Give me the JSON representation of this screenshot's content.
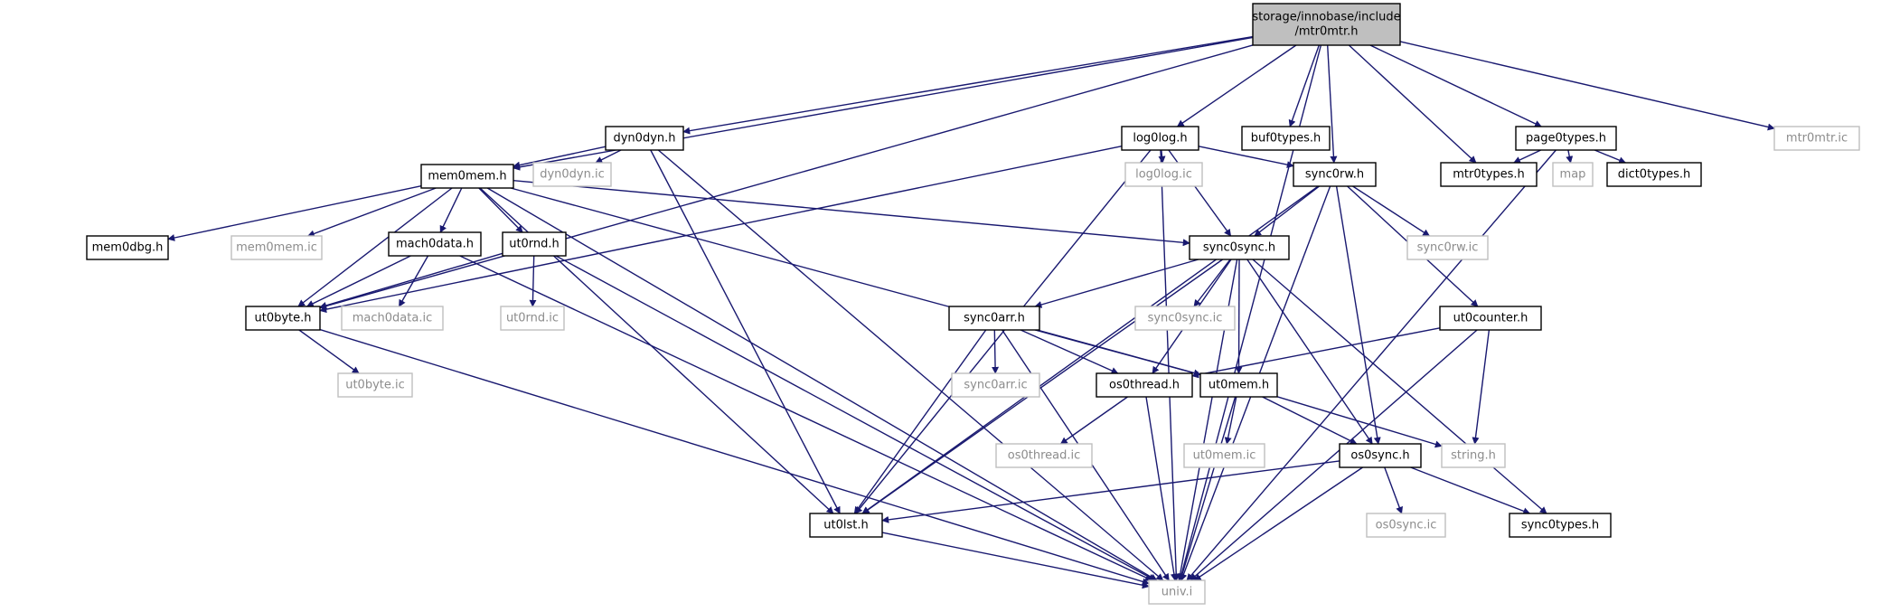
{
  "graph": {
    "edge_color": "#191970",
    "root_fill": "#bfbfbf",
    "nodes": [
      {
        "id": "mtr0mtr_h",
        "lines": [
          "storage/innobase/include",
          "/mtr0mtr.h"
        ],
        "style": "root"
      },
      {
        "id": "dyn0dyn_h",
        "lines": [
          "dyn0dyn.h"
        ],
        "style": "solid"
      },
      {
        "id": "log0log_h",
        "lines": [
          "log0log.h"
        ],
        "style": "solid"
      },
      {
        "id": "buf0types_h",
        "lines": [
          "buf0types.h"
        ],
        "style": "solid"
      },
      {
        "id": "page0types_h",
        "lines": [
          "page0types.h"
        ],
        "style": "solid"
      },
      {
        "id": "mtr0mtr_ic",
        "lines": [
          "mtr0mtr.ic"
        ],
        "style": "faint"
      },
      {
        "id": "mem0mem_h",
        "lines": [
          "mem0mem.h"
        ],
        "style": "solid"
      },
      {
        "id": "dyn0dyn_ic",
        "lines": [
          "dyn0dyn.ic"
        ],
        "style": "faint"
      },
      {
        "id": "log0log_ic",
        "lines": [
          "log0log.ic"
        ],
        "style": "faint"
      },
      {
        "id": "sync0rw_h",
        "lines": [
          "sync0rw.h"
        ],
        "style": "solid"
      },
      {
        "id": "mtr0types_h",
        "lines": [
          "mtr0types.h"
        ],
        "style": "solid"
      },
      {
        "id": "map",
        "lines": [
          "map"
        ],
        "style": "faint"
      },
      {
        "id": "dict0types_h",
        "lines": [
          "dict0types.h"
        ],
        "style": "solid"
      },
      {
        "id": "mem0dbg_h",
        "lines": [
          "mem0dbg.h"
        ],
        "style": "solid"
      },
      {
        "id": "mem0mem_ic",
        "lines": [
          "mem0mem.ic"
        ],
        "style": "faint"
      },
      {
        "id": "mach0data_h",
        "lines": [
          "mach0data.h"
        ],
        "style": "solid"
      },
      {
        "id": "ut0rnd_h",
        "lines": [
          "ut0rnd.h"
        ],
        "style": "solid"
      },
      {
        "id": "sync0sync_h",
        "lines": [
          "sync0sync.h"
        ],
        "style": "solid"
      },
      {
        "id": "sync0rw_ic",
        "lines": [
          "sync0rw.ic"
        ],
        "style": "faint"
      },
      {
        "id": "ut0byte_h",
        "lines": [
          "ut0byte.h"
        ],
        "style": "solid"
      },
      {
        "id": "mach0data_ic",
        "lines": [
          "mach0data.ic"
        ],
        "style": "faint"
      },
      {
        "id": "ut0rnd_ic",
        "lines": [
          "ut0rnd.ic"
        ],
        "style": "faint"
      },
      {
        "id": "sync0arr_h",
        "lines": [
          "sync0arr.h"
        ],
        "style": "solid"
      },
      {
        "id": "sync0sync_ic",
        "lines": [
          "sync0sync.ic"
        ],
        "style": "faint"
      },
      {
        "id": "ut0counter_h",
        "lines": [
          "ut0counter.h"
        ],
        "style": "solid"
      },
      {
        "id": "ut0byte_ic",
        "lines": [
          "ut0byte.ic"
        ],
        "style": "faint"
      },
      {
        "id": "sync0arr_ic",
        "lines": [
          "sync0arr.ic"
        ],
        "style": "faint"
      },
      {
        "id": "os0thread_h",
        "lines": [
          "os0thread.h"
        ],
        "style": "solid"
      },
      {
        "id": "ut0mem_h",
        "lines": [
          "ut0mem.h"
        ],
        "style": "solid"
      },
      {
        "id": "os0thread_ic",
        "lines": [
          "os0thread.ic"
        ],
        "style": "faint"
      },
      {
        "id": "ut0mem_ic",
        "lines": [
          "ut0mem.ic"
        ],
        "style": "faint"
      },
      {
        "id": "os0sync_h",
        "lines": [
          "os0sync.h"
        ],
        "style": "solid"
      },
      {
        "id": "string_h",
        "lines": [
          "string.h"
        ],
        "style": "faint"
      },
      {
        "id": "ut0lst_h",
        "lines": [
          "ut0lst.h"
        ],
        "style": "solid"
      },
      {
        "id": "os0sync_ic",
        "lines": [
          "os0sync.ic"
        ],
        "style": "faint"
      },
      {
        "id": "sync0types_h",
        "lines": [
          "sync0types.h"
        ],
        "style": "solid"
      },
      {
        "id": "univ_i",
        "lines": [
          "univ.i"
        ],
        "style": "faint"
      }
    ],
    "edges": [
      {
        "from": "mtr0mtr_h",
        "to": "dyn0dyn_h"
      },
      {
        "from": "mtr0mtr_h",
        "to": "log0log_h"
      },
      {
        "from": "mtr0mtr_h",
        "to": "buf0types_h"
      },
      {
        "from": "mtr0mtr_h",
        "to": "page0types_h"
      },
      {
        "from": "mtr0mtr_h",
        "to": "mtr0mtr_ic"
      },
      {
        "from": "mtr0mtr_h",
        "to": "mem0mem_h"
      },
      {
        "from": "mtr0mtr_h",
        "to": "sync0rw_h"
      },
      {
        "from": "mtr0mtr_h",
        "to": "mtr0types_h"
      },
      {
        "from": "mtr0mtr_h",
        "to": "ut0byte_h"
      },
      {
        "from": "mtr0mtr_h",
        "to": "univ_i"
      },
      {
        "from": "dyn0dyn_h",
        "to": "mem0mem_h"
      },
      {
        "from": "dyn0dyn_h",
        "to": "dyn0dyn_ic"
      },
      {
        "from": "dyn0dyn_h",
        "to": "ut0lst_h"
      },
      {
        "from": "dyn0dyn_h",
        "to": "univ_i"
      },
      {
        "from": "log0log_h",
        "to": "log0log_ic"
      },
      {
        "from": "log0log_h",
        "to": "sync0rw_h"
      },
      {
        "from": "log0log_h",
        "to": "sync0sync_h"
      },
      {
        "from": "log0log_h",
        "to": "ut0byte_h"
      },
      {
        "from": "log0log_h",
        "to": "ut0lst_h"
      },
      {
        "from": "log0log_h",
        "to": "univ_i"
      },
      {
        "from": "page0types_h",
        "to": "mtr0types_h"
      },
      {
        "from": "page0types_h",
        "to": "map"
      },
      {
        "from": "page0types_h",
        "to": "dict0types_h"
      },
      {
        "from": "page0types_h",
        "to": "univ_i"
      },
      {
        "from": "mem0mem_h",
        "to": "mem0dbg_h"
      },
      {
        "from": "mem0mem_h",
        "to": "mem0mem_ic"
      },
      {
        "from": "mem0mem_h",
        "to": "mach0data_h"
      },
      {
        "from": "mem0mem_h",
        "to": "ut0rnd_h"
      },
      {
        "from": "mem0mem_h",
        "to": "sync0sync_h"
      },
      {
        "from": "mem0mem_h",
        "to": "ut0byte_h"
      },
      {
        "from": "mem0mem_h",
        "to": "ut0mem_h"
      },
      {
        "from": "mem0mem_h",
        "to": "ut0lst_h"
      },
      {
        "from": "mem0mem_h",
        "to": "univ_i"
      },
      {
        "from": "sync0rw_h",
        "to": "sync0rw_ic"
      },
      {
        "from": "sync0rw_h",
        "to": "sync0sync_h"
      },
      {
        "from": "sync0rw_h",
        "to": "ut0counter_h"
      },
      {
        "from": "sync0rw_h",
        "to": "os0sync_h"
      },
      {
        "from": "sync0rw_h",
        "to": "ut0lst_h"
      },
      {
        "from": "sync0rw_h",
        "to": "univ_i"
      },
      {
        "from": "mach0data_h",
        "to": "mach0data_ic"
      },
      {
        "from": "mach0data_h",
        "to": "ut0byte_h"
      },
      {
        "from": "mach0data_h",
        "to": "univ_i"
      },
      {
        "from": "ut0rnd_h",
        "to": "ut0rnd_ic"
      },
      {
        "from": "ut0rnd_h",
        "to": "ut0byte_h"
      },
      {
        "from": "ut0rnd_h",
        "to": "univ_i"
      },
      {
        "from": "sync0sync_h",
        "to": "sync0arr_h"
      },
      {
        "from": "sync0sync_h",
        "to": "sync0sync_ic"
      },
      {
        "from": "sync0sync_h",
        "to": "os0thread_h"
      },
      {
        "from": "sync0sync_h",
        "to": "ut0mem_h"
      },
      {
        "from": "sync0sync_h",
        "to": "os0sync_h"
      },
      {
        "from": "sync0sync_h",
        "to": "sync0types_h"
      },
      {
        "from": "sync0sync_h",
        "to": "ut0lst_h"
      },
      {
        "from": "sync0sync_h",
        "to": "univ_i"
      },
      {
        "from": "ut0byte_h",
        "to": "ut0byte_ic"
      },
      {
        "from": "ut0byte_h",
        "to": "univ_i"
      },
      {
        "from": "sync0arr_h",
        "to": "sync0arr_ic"
      },
      {
        "from": "sync0arr_h",
        "to": "os0thread_h"
      },
      {
        "from": "sync0arr_h",
        "to": "ut0mem_h"
      },
      {
        "from": "sync0arr_h",
        "to": "ut0lst_h"
      },
      {
        "from": "sync0arr_h",
        "to": "univ_i"
      },
      {
        "from": "ut0counter_h",
        "to": "os0thread_h"
      },
      {
        "from": "ut0counter_h",
        "to": "string_h"
      },
      {
        "from": "ut0counter_h",
        "to": "univ_i"
      },
      {
        "from": "os0thread_h",
        "to": "os0thread_ic"
      },
      {
        "from": "os0thread_h",
        "to": "univ_i"
      },
      {
        "from": "ut0mem_h",
        "to": "ut0mem_ic"
      },
      {
        "from": "ut0mem_h",
        "to": "os0sync_h"
      },
      {
        "from": "ut0mem_h",
        "to": "string_h"
      },
      {
        "from": "ut0mem_h",
        "to": "univ_i"
      },
      {
        "from": "os0sync_h",
        "to": "os0sync_ic"
      },
      {
        "from": "os0sync_h",
        "to": "ut0lst_h"
      },
      {
        "from": "os0sync_h",
        "to": "sync0types_h"
      },
      {
        "from": "os0sync_h",
        "to": "univ_i"
      },
      {
        "from": "ut0lst_h",
        "to": "univ_i"
      }
    ]
  }
}
